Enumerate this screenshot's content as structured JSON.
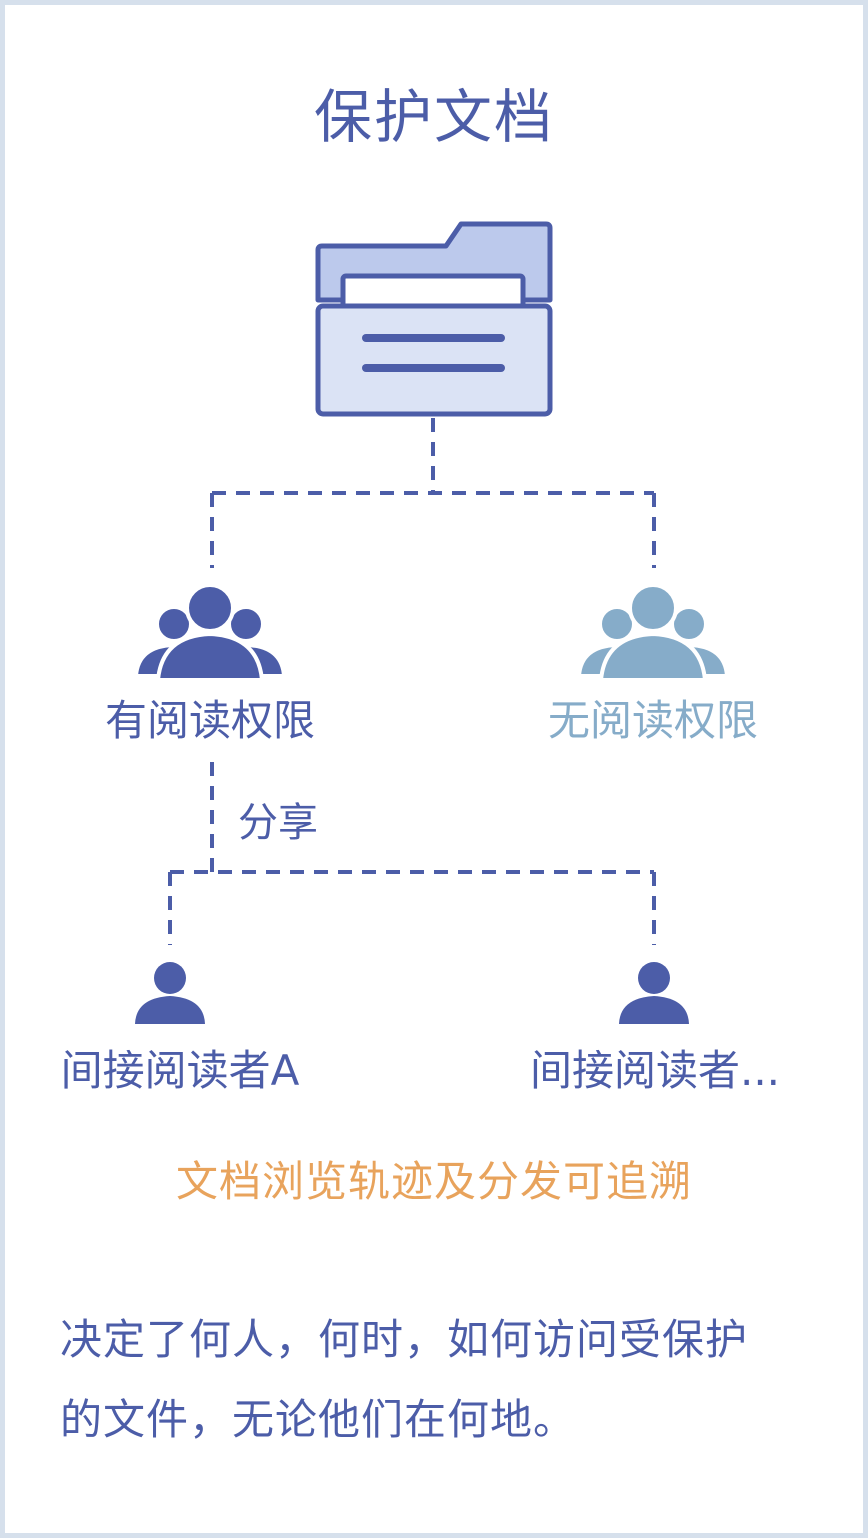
{
  "title": "保护文档",
  "nodes": {
    "with_permission": "有阅读权限",
    "without_permission": "无阅读权限",
    "share": "分享",
    "reader_a": "间接阅读者A",
    "reader_more": "间接阅读者..."
  },
  "trace_text": "文档浏览轨迹及分发可追溯",
  "description": {
    "line1": "决定了何人，何时，如何访问受保护",
    "line2": "的文件，无论他们在何地。"
  },
  "colors": {
    "primary": "#4c5da8",
    "light": "#86acc9",
    "accent": "#e8a35c",
    "folder_fill": "#dbe3f5",
    "folder_tab": "#bcc9ec"
  },
  "icons": {
    "document": "folder-document-icon",
    "group": "user-group-icon",
    "user": "user-icon"
  }
}
